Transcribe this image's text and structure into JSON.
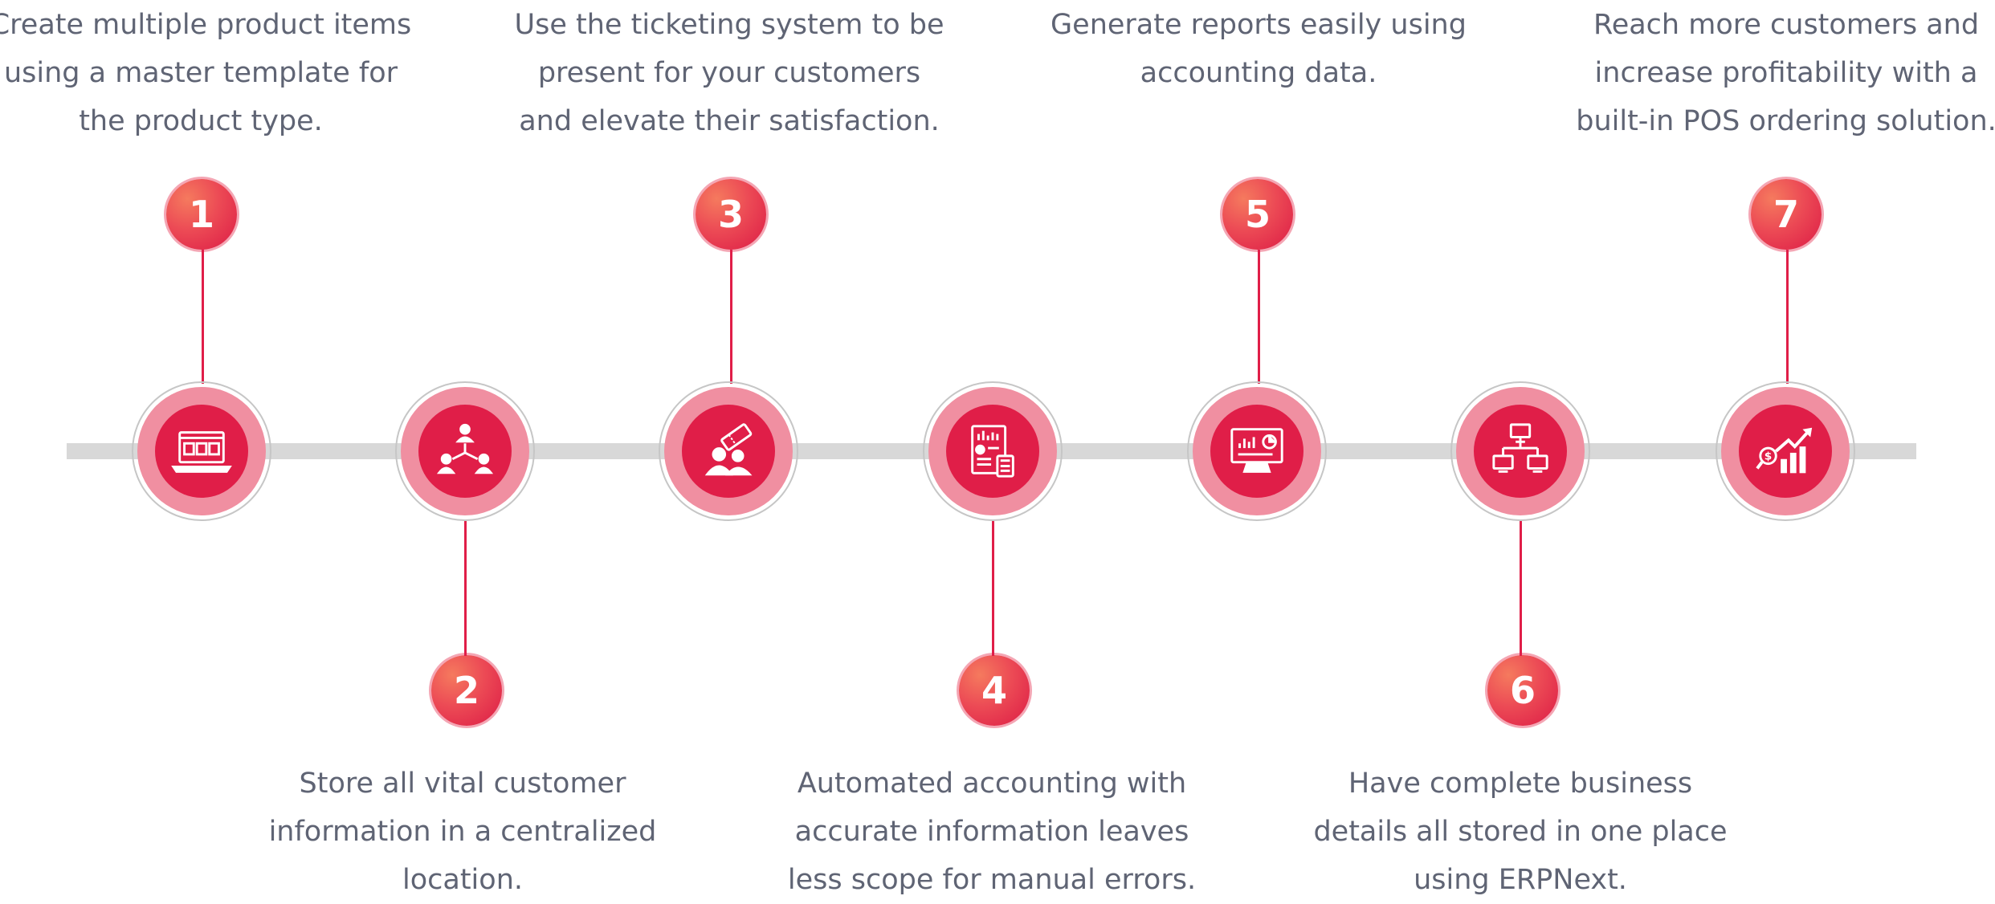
{
  "steps": [
    {
      "number": "1",
      "text": "Create multiple product items using a master template for the product type.",
      "icon": "laptop-products-icon",
      "position": "top"
    },
    {
      "number": "2",
      "text": "Store all vital customer information in a centralized location.",
      "icon": "customer-network-icon",
      "position": "bottom"
    },
    {
      "number": "3",
      "text": "Use the ticketing system to be present for your customers and elevate their satisfaction.",
      "icon": "ticket-support-icon",
      "position": "top"
    },
    {
      "number": "4",
      "text": "Automated accounting with accurate information leaves less scope for manual errors.",
      "icon": "accounting-report-icon",
      "position": "bottom"
    },
    {
      "number": "5",
      "text": "Generate reports easily using accounting data.",
      "icon": "monitor-report-icon",
      "position": "top"
    },
    {
      "number": "6",
      "text": "Have complete business details all stored in one place using ERPNext.",
      "icon": "network-computers-icon",
      "position": "bottom"
    },
    {
      "number": "7",
      "text": "Reach more customers and increase profitability with a built-in POS ordering solution.",
      "icon": "profit-growth-icon",
      "position": "top"
    }
  ],
  "colors": {
    "accent": "#e01e48",
    "ring": "#f08fa1",
    "track": "#d8d8d8",
    "text": "#5f6474"
  }
}
